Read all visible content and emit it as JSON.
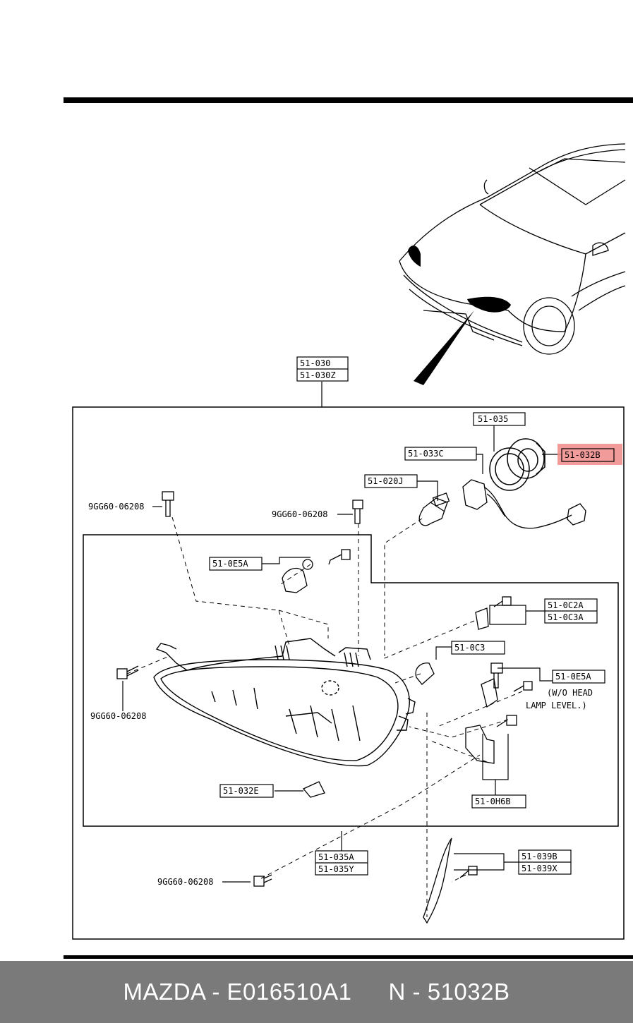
{
  "diagram": {
    "parts": {
      "assembly_a": "51-030",
      "assembly_b": "51-030Z",
      "p_035": "51-035",
      "p_033c": "51-033C",
      "p_032b": "51-032B",
      "p_020j": "51-020J",
      "p_0e5a_top": "51-0E5A",
      "p_0c2a": "51-0C2A",
      "p_0c3a": "51-0C3A",
      "p_0c3": "51-0C3",
      "p_0e5a_right": "51-0E5A",
      "note_line1": "(W/O HEAD",
      "note_line2": "LAMP LEVEL.)",
      "p_032e": "51-032E",
      "p_0h6b": "51-0H6B",
      "p_035a": "51-035A",
      "p_035y": "51-035Y",
      "p_039b": "51-039B",
      "p_039x": "51-039X"
    },
    "bolts": {
      "bolt_top_left": "9GG60-06208",
      "bolt_top_mid": "9GG60-06208",
      "bolt_left": "9GG60-06208",
      "bolt_bottom": "9GG60-06208"
    },
    "highlight_color": "#f08a8a"
  },
  "footer": {
    "left_text": "MAZDA - E016510A1",
    "right_text": "N - 51032B",
    "background": "#7a7a7a"
  }
}
